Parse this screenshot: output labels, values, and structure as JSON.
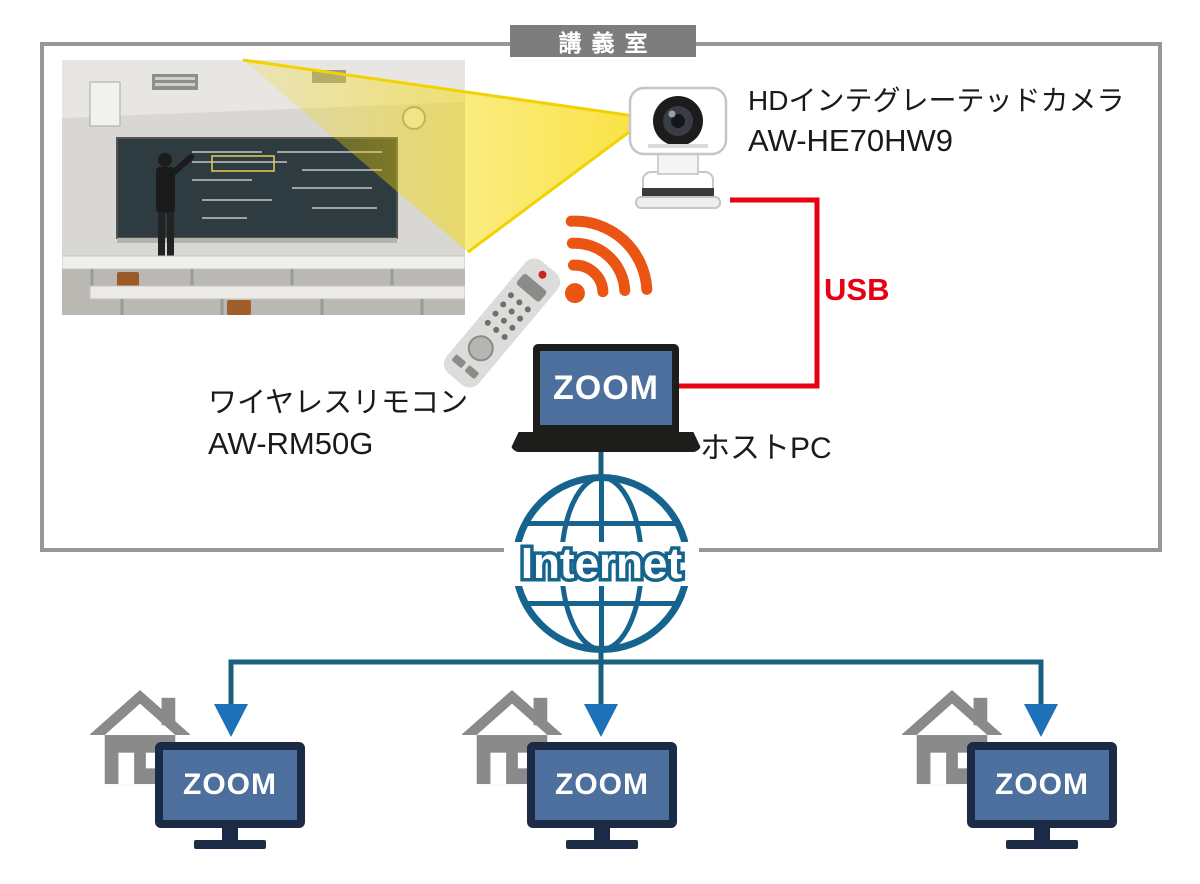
{
  "room": {
    "label": "講義室"
  },
  "camera": {
    "label_line1": "HDインテグレーテッドカメラ",
    "label_line2": "AW-HE70HW9"
  },
  "usb": {
    "label": "USB"
  },
  "remote_control": {
    "label_line1": "ワイヤレスリモコン",
    "label_line2": "AW-RM50G"
  },
  "host_pc": {
    "screen_label": "ZOOM",
    "label": "ホストPC"
  },
  "internet": {
    "label": "Internet"
  },
  "remote_sites": [
    {
      "screen_label": "ZOOM"
    },
    {
      "screen_label": "ZOOM"
    },
    {
      "screen_label": "ZOOM"
    }
  ],
  "colors": {
    "accent_red": "#e60012",
    "screen_blue": "#4c6f9d",
    "frame_navy": "#1b2b45",
    "internet_teal": "#16648e",
    "line_teal": "#19607f",
    "arrow_blue": "#1d71b8",
    "wifi_orange": "#ea5514",
    "beam_yellow": "#f2d200",
    "house_gray": "#8a8a8a",
    "room_border_gray": "#979797",
    "room_label_bg": "#7d7d7d"
  }
}
